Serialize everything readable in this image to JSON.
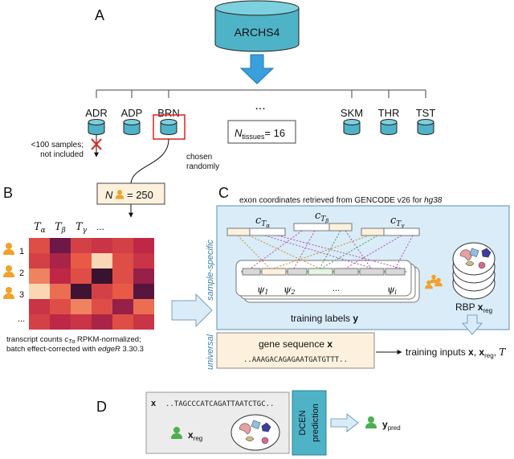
{
  "panel_a": {
    "label": "A",
    "database": "ARCHS4",
    "tissues_left": [
      "ADR",
      "ADP",
      "BRN"
    ],
    "tissues_right": [
      "SKM",
      "THR",
      "TST"
    ],
    "ellipsis": "...",
    "n_tissues_prefix": "N",
    "n_tissues_sub": "tissues",
    "n_tissues_value": "= 16",
    "excluded_note_1": "<100 samples;",
    "excluded_note_2": "not included",
    "chosen_note_1": "chosen",
    "chosen_note_2": "randomly",
    "n_samples_prefix": "N",
    "n_samples_value": "= 250"
  },
  "panel_b": {
    "label": "B",
    "col_headers": [
      "Tα",
      "Tβ",
      "Tγ",
      "..."
    ],
    "row_labels": [
      "1",
      "2",
      "3",
      "..."
    ],
    "heatmap": [
      [
        0.55,
        0.2,
        0.5,
        0.45,
        0.5,
        0.4
      ],
      [
        0.5,
        0.35,
        0.6,
        0.95,
        0.55,
        0.45
      ],
      [
        0.7,
        0.4,
        0.55,
        0.08,
        0.55,
        0.3
      ],
      [
        0.95,
        0.65,
        0.1,
        0.5,
        0.6,
        0.15
      ],
      [
        0.45,
        0.55,
        0.7,
        0.55,
        0.3,
        0.65
      ],
      [
        0.5,
        0.4,
        0.45,
        0.35,
        0.55,
        0.45
      ]
    ],
    "caption_1a": "transcript counts ",
    "caption_1b": "c",
    "caption_1c": "Tα",
    "caption_1d": " RPKM-normalized;",
    "caption_2a": "batch effect-corrected with ",
    "caption_2b": "edgeR",
    "caption_2c": " 3.30.3"
  },
  "panel_c": {
    "label": "C",
    "top_caption_a": "exon coordinates retrieved from GENCODE v26 for ",
    "top_caption_b": "hg38",
    "side_label_top": "sample-specific",
    "side_label_bottom": "universal",
    "c_labels": [
      "c",
      "c",
      "c"
    ],
    "c_subs": [
      "Tα",
      "Tβ",
      "Tγ"
    ],
    "psi_labels": [
      "ψ1",
      "ψ2",
      "...",
      "ψi"
    ],
    "training_labels": "training labels ",
    "training_labels_bold": "y",
    "rbp_label": "RBP ",
    "rbp_bold": "x",
    "rbp_sub": "reg",
    "gene_seq_label": "gene sequence ",
    "gene_seq_bold": "x",
    "gene_seq": "..AAAGACAGAGAATGATGTTT..",
    "training_inputs_a": "training inputs ",
    "training_inputs_b": "x",
    "training_inputs_c": ", ",
    "training_inputs_d": "x",
    "training_inputs_e": "reg",
    "training_inputs_f": ", ",
    "training_inputs_g": "T"
  },
  "panel_d": {
    "label": "D",
    "x_bold": "x",
    "seq": "..TAGCCCATCAGATTAATCTGC..",
    "xreg_bold": "x",
    "xreg_sub": "reg",
    "model_line1": "DCEN",
    "model_line2": "prediction",
    "ypred_bold": "y",
    "ypred_sub": "pred"
  },
  "colors": {
    "cylinder_fill": "#4fb3c8",
    "cylinder_top": "#7dd0de",
    "arrow_fill": "#3aa0dd",
    "panel_c_bg": "#d9ecf8",
    "panel_d_bg": "#ececec",
    "highlight": "#e0302a",
    "person": "#f0a22a",
    "person_green": "#4caf50",
    "exon_fill": "#fdf1de"
  }
}
